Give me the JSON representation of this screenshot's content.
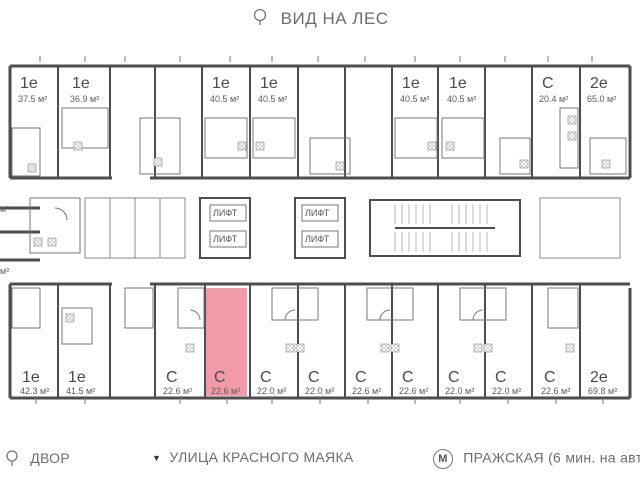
{
  "header": {
    "title": "ВИД НА ЛЕС",
    "icon": "tree-icon"
  },
  "footer": {
    "left": {
      "icon": "tree-icon",
      "label": "ДВОР"
    },
    "center": {
      "icon": "triangle-down-icon",
      "label": "УЛИЦА КРАСНОГО МАЯКА"
    },
    "right": {
      "icon": "metro-icon",
      "icon_letter": "M",
      "label": "ПРАЖСКАЯ (6 мин. на авт"
    }
  },
  "colors": {
    "wall": "#4d4d4d",
    "highlight": "#ef8f9f",
    "text": "#4a4a4a"
  },
  "lift_label": "ЛИФТ",
  "top_units": [
    {
      "type": "1е",
      "area": "37.5 м²"
    },
    {
      "type": "1е",
      "area": "36.9 м²"
    },
    {
      "type": "1е",
      "area": "40.5 м²"
    },
    {
      "type": "1е",
      "area": "40.5 м²"
    },
    {
      "type": "1е",
      "area": "40.5 м²"
    },
    {
      "type": "1е",
      "area": "40.5 м²"
    },
    {
      "type": "С",
      "area": "20.4 м²"
    },
    {
      "type": "2е",
      "area": "65.0 м²"
    }
  ],
  "bottom_units": [
    {
      "type": "1е",
      "area": "42.3 м²"
    },
    {
      "type": "1е",
      "area": "41.5 м²"
    },
    {
      "type": "С",
      "area": "22.6 м²"
    },
    {
      "type": "С",
      "area": "22.6 м²",
      "selected": true
    },
    {
      "type": "С",
      "area": "22.0 м²"
    },
    {
      "type": "С",
      "area": "22.0 м²"
    },
    {
      "type": "С",
      "area": "22.6 м²"
    },
    {
      "type": "С",
      "area": "22.6 м²"
    },
    {
      "type": "С",
      "area": "22.0 м²"
    },
    {
      "type": "С",
      "area": "22.0 м²"
    },
    {
      "type": "С",
      "area": "22.6 м²"
    },
    {
      "type": "2е",
      "area": "69.8 м²"
    }
  ],
  "side_marks": [
    "м²",
    "м²"
  ]
}
